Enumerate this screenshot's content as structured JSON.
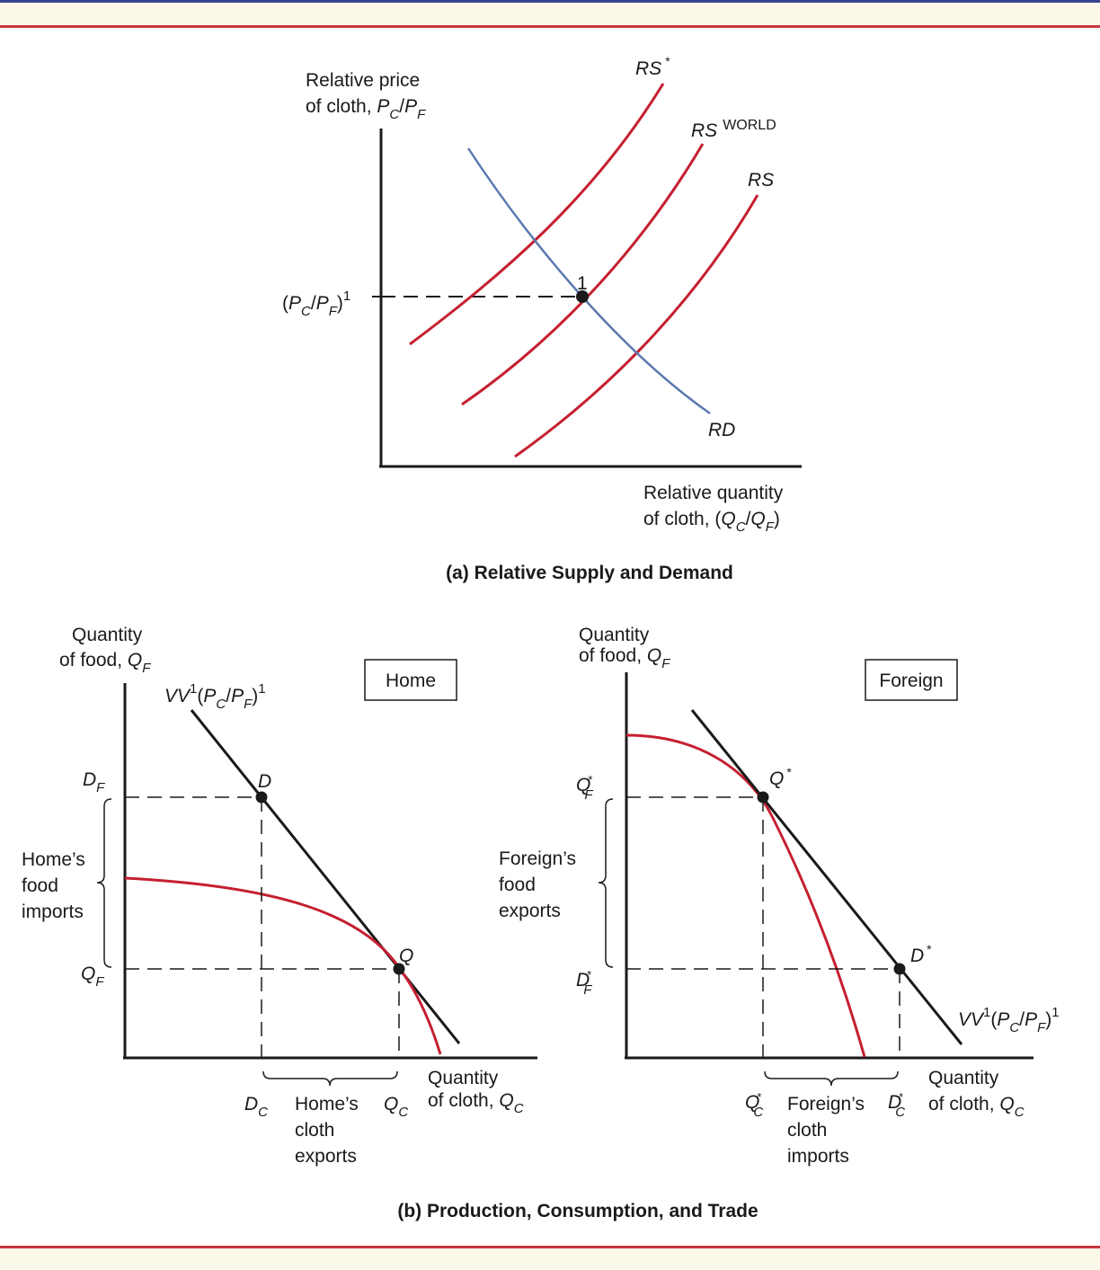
{
  "colors": {
    "supply_curve": "#c51f2f",
    "demand_curve": "#5b79b0",
    "axis": "#1a1a1a",
    "border_blue": "#39458f",
    "border_red": "#c8363f",
    "band": "#fbf8e9"
  },
  "panel_a": {
    "caption": "(a) Relative Supply and Demand",
    "y_axis_label": {
      "line1": "Relative price",
      "line2_pre": "of cloth, ",
      "var1": "P",
      "sub1": "C",
      "slash": "/",
      "var2": "P",
      "sub2": "F"
    },
    "x_axis_label": {
      "line1": "Relative quantity",
      "line2_pre": "of cloth, (",
      "var1": "Q",
      "sub1": "C",
      "slash": "/",
      "var2": "Q",
      "sub2": "F",
      "close": ")"
    },
    "price_tick": {
      "open": "(",
      "var1": "P",
      "sub1": "C",
      "slash": "/",
      "var2": "P",
      "sub2": "F",
      "close": ")",
      "sup": "1"
    },
    "curves": {
      "rs_foreign": {
        "name": "RS",
        "sup": "*"
      },
      "rs_world": {
        "name": "RS",
        "sup": "WORLD"
      },
      "rs_home": {
        "name": "RS"
      },
      "rd": {
        "name": "RD"
      }
    },
    "equilibrium_label": "1"
  },
  "panel_b": {
    "caption": "(b) Production, Consumption, and Trade",
    "home": {
      "box_label": "Home",
      "y_axis_label": {
        "line1": "Quantity",
        "line2_pre": "of food, ",
        "var": "Q",
        "sub": "F"
      },
      "x_axis_label": {
        "line1": "Quantity",
        "line2_pre": "of cloth, ",
        "var": "Q",
        "sub": "C"
      },
      "vv_label": {
        "vv": "VV",
        "sup": "1",
        "open": "(",
        "var1": "P",
        "sub1": "C",
        "slash": "/",
        "var2": "P",
        "sub2": "F",
        "close": ")",
        "sup2": "1"
      },
      "point_d": "D",
      "point_q": "Q",
      "tick_df": {
        "var": "D",
        "sub": "F"
      },
      "tick_qf": {
        "var": "Q",
        "sub": "F"
      },
      "tick_dc": {
        "var": "D",
        "sub": "C"
      },
      "tick_qc": {
        "var": "Q",
        "sub": "C"
      },
      "brace_y": [
        "Home’s",
        "food",
        "imports"
      ],
      "brace_x": [
        "Home’s",
        "cloth",
        "exports"
      ]
    },
    "foreign": {
      "box_label": "Foreign",
      "y_axis_label": {
        "line1": "Quantity",
        "line2_pre": "of food, ",
        "var": "Q",
        "sub": "F"
      },
      "x_axis_label": {
        "line1": "Quantity",
        "line2_pre": "of cloth, ",
        "var": "Q",
        "sub": "C"
      },
      "vv_label": {
        "vv": "VV",
        "sup": "1",
        "open": "(",
        "var1": "P",
        "sub1": "C",
        "slash": "/",
        "var2": "P",
        "sub2": "F",
        "close": ")",
        "sup2": "1"
      },
      "point_q": {
        "var": "Q",
        "sup": "*"
      },
      "point_d": {
        "var": "D",
        "sup": "*"
      },
      "tick_qf": {
        "var": "Q",
        "sup": "*",
        "sub": "F"
      },
      "tick_df": {
        "var": "D",
        "sup": "*",
        "sub": "F"
      },
      "tick_qc": {
        "var": "Q",
        "sup": "*",
        "sub": "C"
      },
      "tick_dc": {
        "var": "D",
        "sup": "*",
        "sub": "C"
      },
      "brace_y": [
        "Foreign’s",
        "food",
        "exports"
      ],
      "brace_x": [
        "Foreign’s",
        "cloth",
        "imports"
      ]
    }
  }
}
